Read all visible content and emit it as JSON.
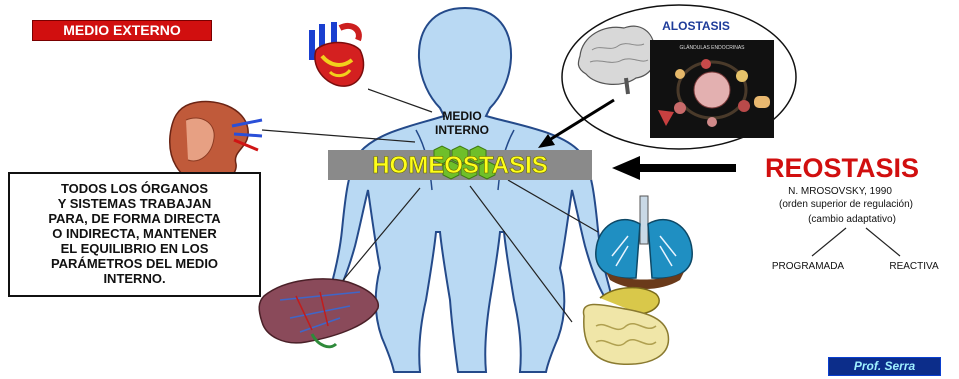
{
  "labels": {
    "medio_externo": "MEDIO EXTERNO",
    "medio_interno_1": "MEDIO",
    "medio_interno_2": "INTERNO",
    "homeostasis": "HOMEOSTASIS",
    "alostasis": "ALOSTASIS",
    "glandulas": "GLÁNDULAS ENDOCRINAS",
    "reostasis": "REOSTASIS",
    "author": "N. MROSOVSKY, 1990",
    "orden": "(orden superior de regulación)",
    "cambio": "(cambio adaptativo)",
    "programada": "PROGRAMADA",
    "reactiva": "REACTIVA",
    "info": "TODOS LOS ÓRGANOS\nY SISTEMAS TRABAJAN\nPARA, DE FORMA DIRECTA\nO INDIRECTA,  MANTENER\nEL EQUILIBRIO EN LOS\nPARÁMETROS DEL MEDIO\nINTERNO.",
    "prof": "Prof. Serra"
  },
  "colors": {
    "red": "#d10f0f",
    "body": "#b9d9f3",
    "homeostasis_text": "#ffff1a",
    "homeostasis_band": "#8a8a8a",
    "alostasis_text": "#1e3c9a"
  },
  "icons": [
    "heart-icon",
    "kidney-icon",
    "liver-icon",
    "lungs-icon",
    "intestine-icon",
    "brain-icon",
    "endocrine-glands-icon"
  ]
}
